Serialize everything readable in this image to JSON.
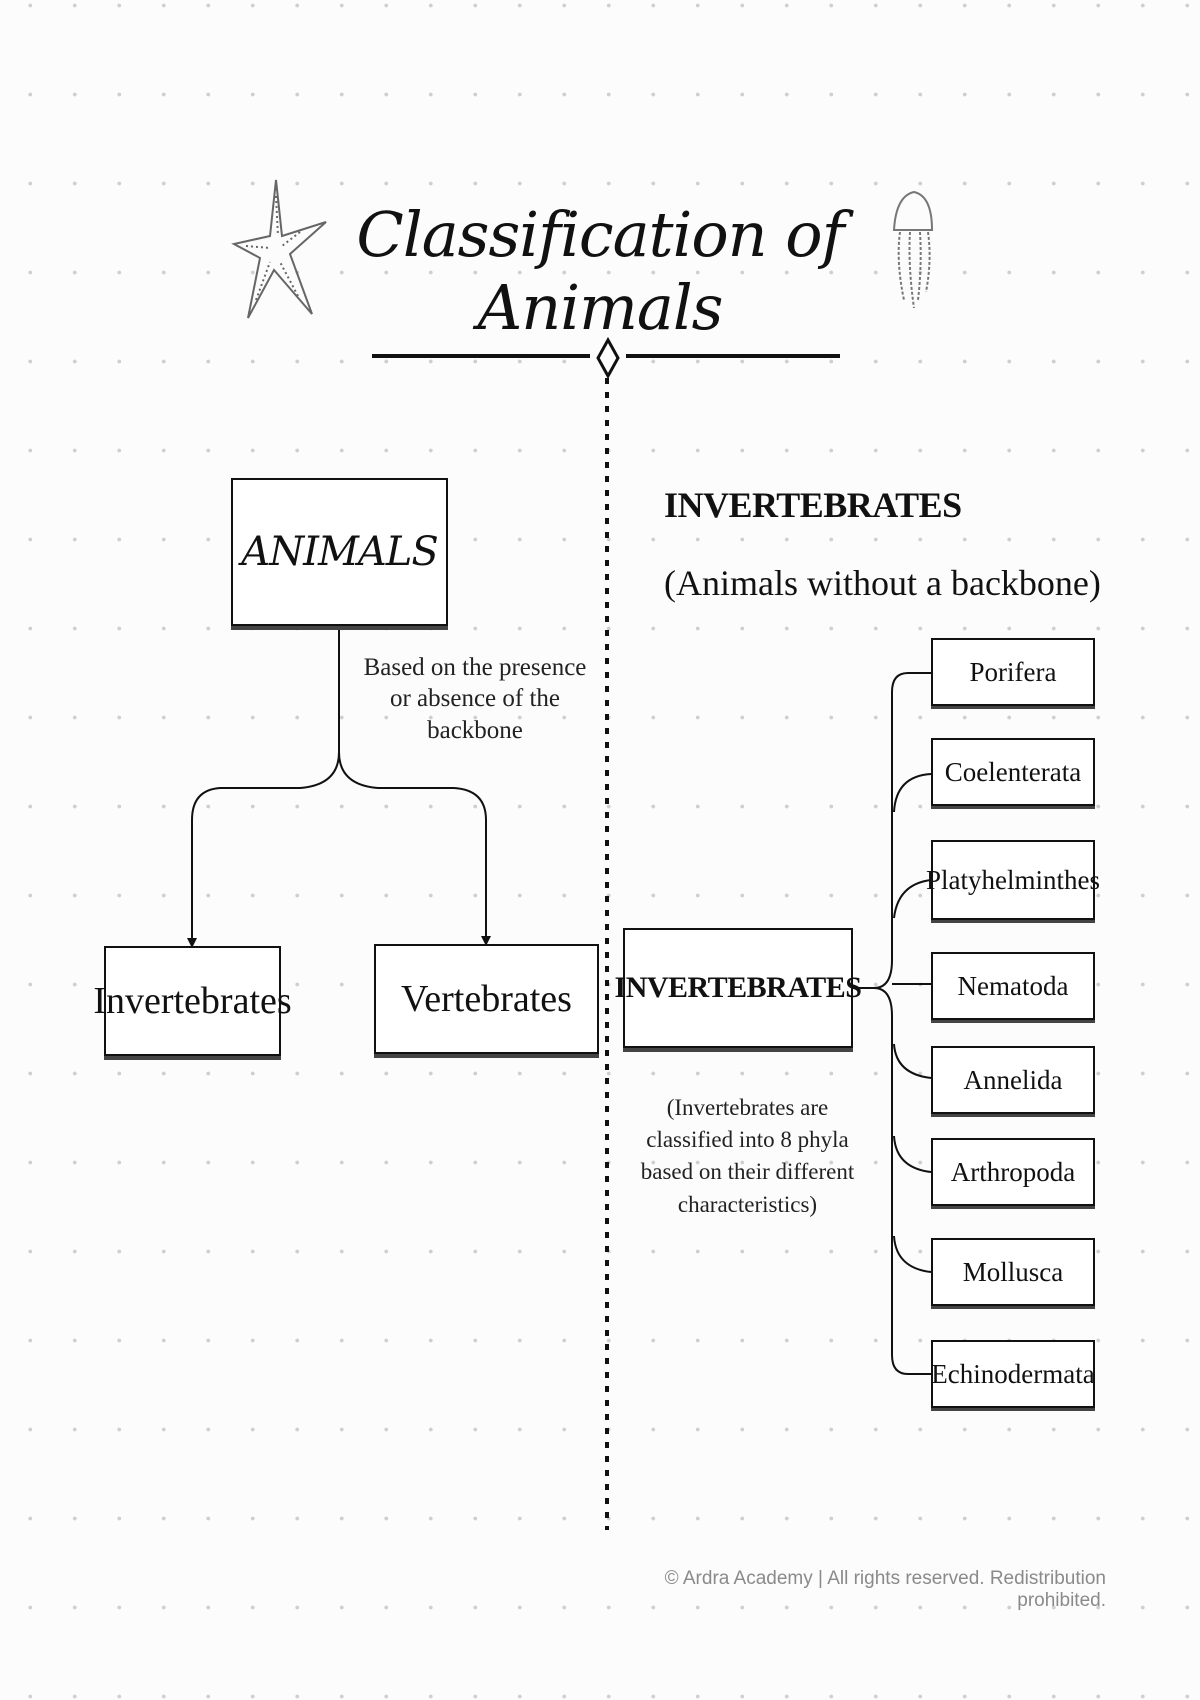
{
  "title": "Classification of Animals",
  "decorations": {
    "left_icon": "starfish-icon",
    "right_icon": "jellyfish-icon",
    "divider_icon": "diamond-icon"
  },
  "root": {
    "label": "ANIMALS",
    "criterion": "Based on the presence or absence of the backbone",
    "children": [
      "Invertebrates",
      "Vertebrates"
    ]
  },
  "invertebrates_section": {
    "heading": "INVERTEBRATES",
    "subheading": "(Animals without a backbone)",
    "node": "INVERTEBRATES",
    "note": "(Invertebrates are classified into 8 phyla based on their different characteristics)",
    "phyla": [
      "Porifera",
      "Coelenterata",
      "Platyhelminthes",
      "Nematoda",
      "Annelida",
      "Arthropoda",
      "Mollusca",
      "Echinodermata"
    ]
  },
  "footer": "© Ardra Academy | All rights reserved. Redistribution prohibited."
}
